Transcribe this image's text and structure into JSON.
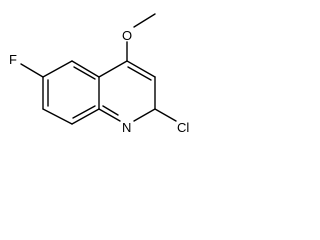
{
  "structure": {
    "atoms": {
      "fluorine": "F",
      "oxygen": "O",
      "nitrogen": "N",
      "chlorine": "Cl"
    }
  }
}
